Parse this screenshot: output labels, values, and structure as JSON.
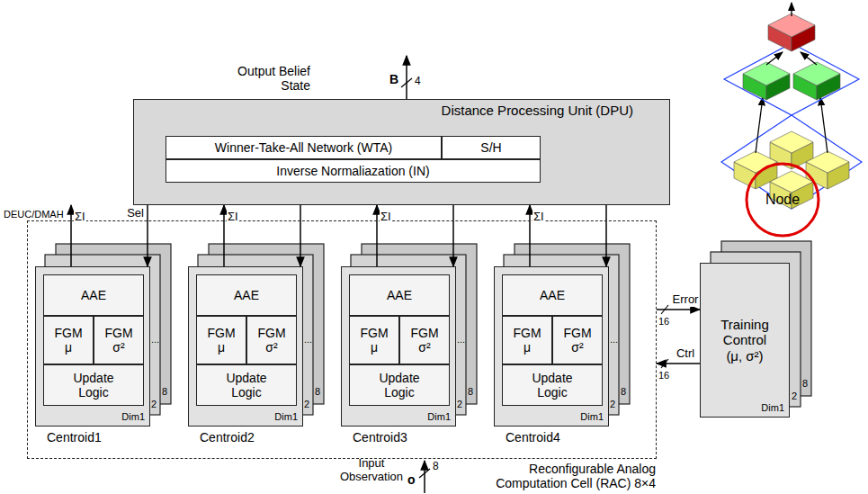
{
  "diagram": {
    "nodes": [
      {
        "text": [
          "Distance Processing Unit (DPU)"
        ]
      },
      {
        "text": [
          "Winner-Take-All Network (WTA)"
        ],
        "in": 0
      },
      {
        "text": [
          "S/H"
        ],
        "in": 0
      },
      {
        "text": [
          "Inverse Normaliazation (IN)"
        ],
        "in": 0
      },
      {
        "text": [
          "Reconfigurable Analog Computation Cell (RAC) 8×4"
        ]
      },
      {
        "text": [
          "Centroid1",
          "Dim1"
        ],
        "in": 4
      },
      {
        "text": [
          "AAE"
        ],
        "in": 5
      },
      {
        "text": [
          "FGM μ"
        ],
        "in": 5
      },
      {
        "text": [
          "FGM σ²"
        ],
        "in": 5
      },
      {
        "text": [
          "Update Logic"
        ],
        "in": 5
      },
      {
        "text": [
          "Centroid2",
          "Dim1"
        ],
        "in": 4
      },
      {
        "text": [
          "AAE"
        ],
        "in": 10
      },
      {
        "text": [
          "FGM μ"
        ],
        "in": 10
      },
      {
        "text": [
          "FGM σ²"
        ],
        "in": 10
      },
      {
        "text": [
          "Update Logic"
        ],
        "in": 10
      },
      {
        "text": [
          "Centroid3",
          "Dim1"
        ],
        "in": 4
      },
      {
        "text": [
          "AAE"
        ],
        "in": 15
      },
      {
        "text": [
          "FGM μ"
        ],
        "in": 15
      },
      {
        "text": [
          "FGM σ²"
        ],
        "in": 15
      },
      {
        "text": [
          "Update Logic"
        ],
        "in": 15
      },
      {
        "text": [
          "Centroid4",
          "Dim1"
        ],
        "in": 4
      },
      {
        "text": [
          "AAE"
        ],
        "in": 20
      },
      {
        "text": [
          "FGM μ"
        ],
        "in": 20
      },
      {
        "text": [
          "FGM σ²"
        ],
        "in": 20
      },
      {
        "text": [
          "Update Logic"
        ],
        "in": 20
      },
      {
        "text": [
          "Training Control (μ, σ²)",
          "Dim1"
        ]
      },
      {
        "text": [
          "Node"
        ]
      }
    ],
    "edges": [
      {
        "from": 5,
        "to": 0,
        "arrow": "to",
        "label": "ΣI"
      },
      {
        "from": 0,
        "to": 5,
        "arrow": "to",
        "label": "Sel"
      },
      {
        "from": 10,
        "to": 0,
        "arrow": "to",
        "label": "ΣI"
      },
      {
        "from": 0,
        "to": 10,
        "arrow": "to"
      },
      {
        "from": 15,
        "to": 0,
        "arrow": "to",
        "label": "ΣI"
      },
      {
        "from": 0,
        "to": 15,
        "arrow": "to"
      },
      {
        "from": 20,
        "to": 0,
        "arrow": "to",
        "label": "ΣI"
      },
      {
        "from": 0,
        "to": 20,
        "arrow": "to"
      },
      {
        "from": 4,
        "to": 25,
        "arrow": "to",
        "label": "Error"
      },
      {
        "from": 25,
        "to": 4,
        "arrow": "to",
        "label": "Ctrl"
      }
    ],
    "labels": [
      "Output Belief State",
      "B",
      "4",
      "DEUC/DMAH",
      "...",
      "...",
      "...",
      "...",
      "2",
      "8",
      "2",
      "8",
      "2",
      "8",
      "2",
      "8",
      "16",
      "16",
      "2",
      "8",
      "Input Observation",
      "o",
      "8"
    ]
  }
}
